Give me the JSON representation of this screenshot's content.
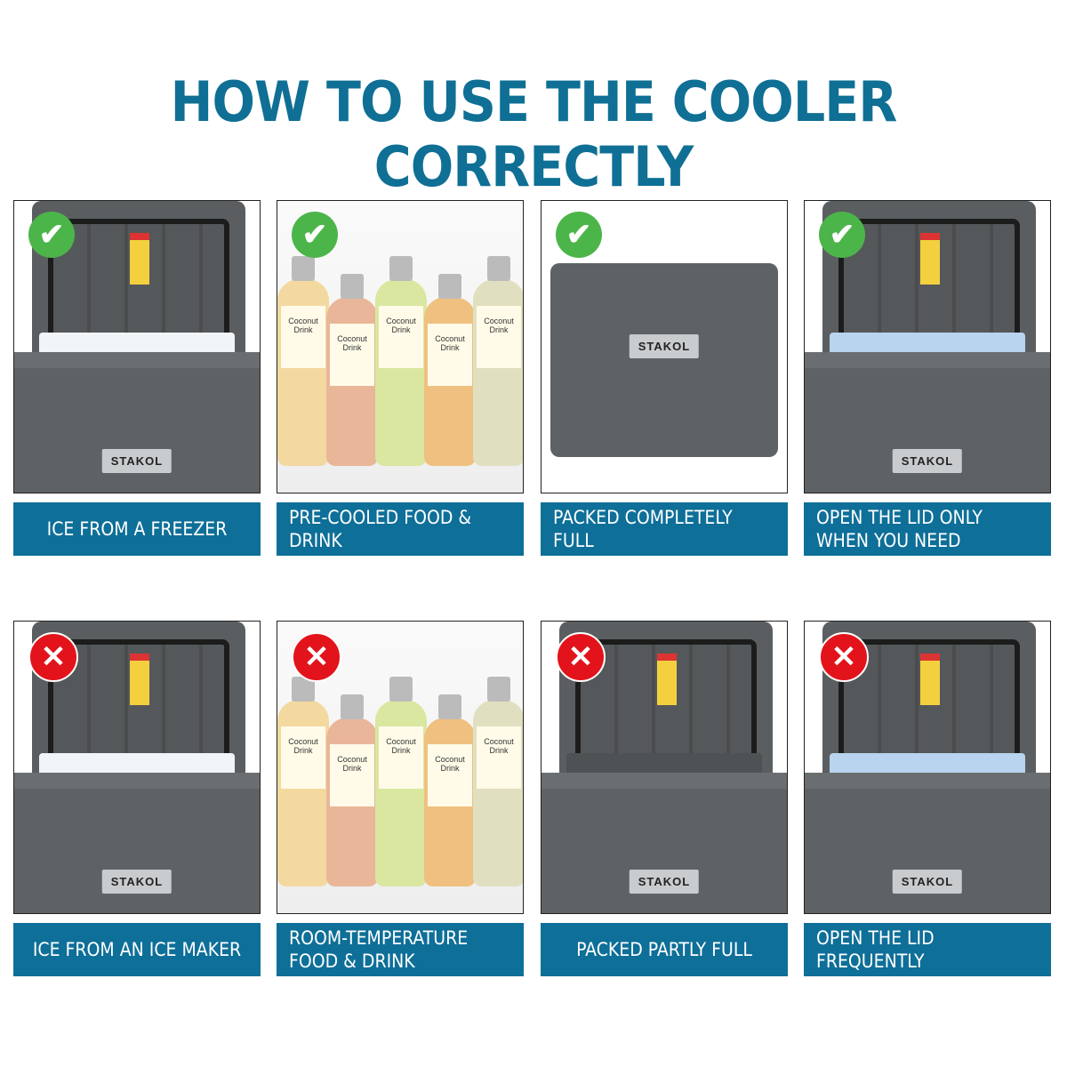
{
  "title": "HOW TO USE THE COOLER CORRECTLY",
  "brand": "STAKOL",
  "bottle_label": "Coconut Drink",
  "colors": {
    "title": "#0f6f95",
    "label_bg": "#0e6f98",
    "check": "#4cb54a",
    "cross": "#e3131b"
  },
  "panels": [
    {
      "label": "ICE FROM A FREEZER",
      "status": "correct",
      "icon": "check-icon",
      "scene": "open-ice"
    },
    {
      "label": "PRE-COOLED FOOD & DRINK",
      "status": "correct",
      "icon": "check-icon",
      "scene": "bottles"
    },
    {
      "label": "PACKED COMPLETELY FULL",
      "status": "correct",
      "icon": "check-icon",
      "scene": "closed"
    },
    {
      "label": "OPEN THE LID ONLY WHEN YOU NEED",
      "status": "correct",
      "icon": "check-icon",
      "scene": "open-drinks"
    },
    {
      "label": "ICE FROM AN ICE MAKER",
      "status": "incorrect",
      "icon": "cross-icon",
      "scene": "open-ice"
    },
    {
      "label": "ROOM-TEMPERATURE FOOD & DRINK",
      "status": "incorrect",
      "icon": "cross-icon",
      "scene": "bottles"
    },
    {
      "label": "PACKED PARTLY FULL",
      "status": "incorrect",
      "icon": "cross-icon",
      "scene": "open-empty"
    },
    {
      "label": "OPEN THE LID FREQUENTLY",
      "status": "incorrect",
      "icon": "cross-icon",
      "scene": "open-drinks"
    }
  ]
}
